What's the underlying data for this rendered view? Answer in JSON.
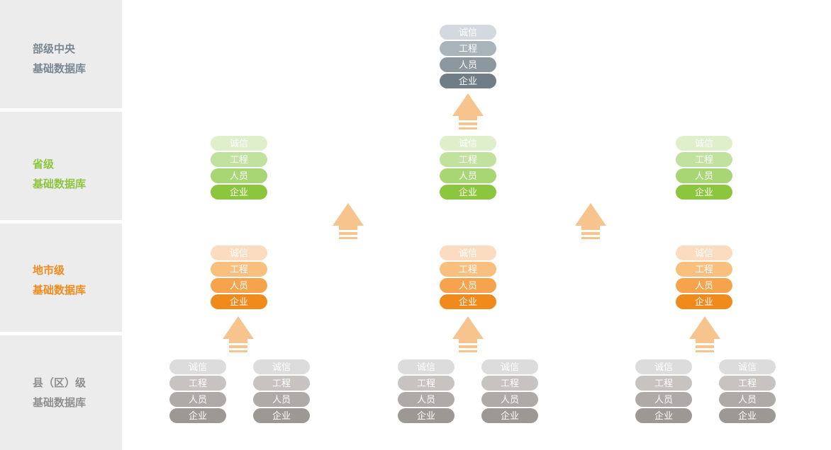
{
  "levels": [
    {
      "line1": "部级中央",
      "line2": "基础数据库",
      "color": "#7a8690"
    },
    {
      "line1": "省级",
      "line2": "基础数据库",
      "color": "#8cc63f"
    },
    {
      "line1": "地市级",
      "line2": "基础数据库",
      "color": "#f08a1c"
    },
    {
      "line1": "县（区）级",
      "line2": "基础数据库",
      "color": "#8f8f8f"
    }
  ],
  "stack_items": [
    "诚信",
    "工程",
    "人员",
    "企业"
  ],
  "palettes": {
    "central": [
      "#d3d9de",
      "#a9b3ba",
      "#8c979f",
      "#717d86"
    ],
    "province": [
      "#dfefcc",
      "#c1e29e",
      "#a8d675",
      "#8cc63f"
    ],
    "city": [
      "#fbdcc0",
      "#f8bf7f",
      "#f5a44d",
      "#f08a1c"
    ],
    "county": [
      "#dcdcdc",
      "#c6c3c1",
      "#aeaaa7",
      "#9c9894"
    ]
  },
  "arrow_color": "#f7c48e"
}
